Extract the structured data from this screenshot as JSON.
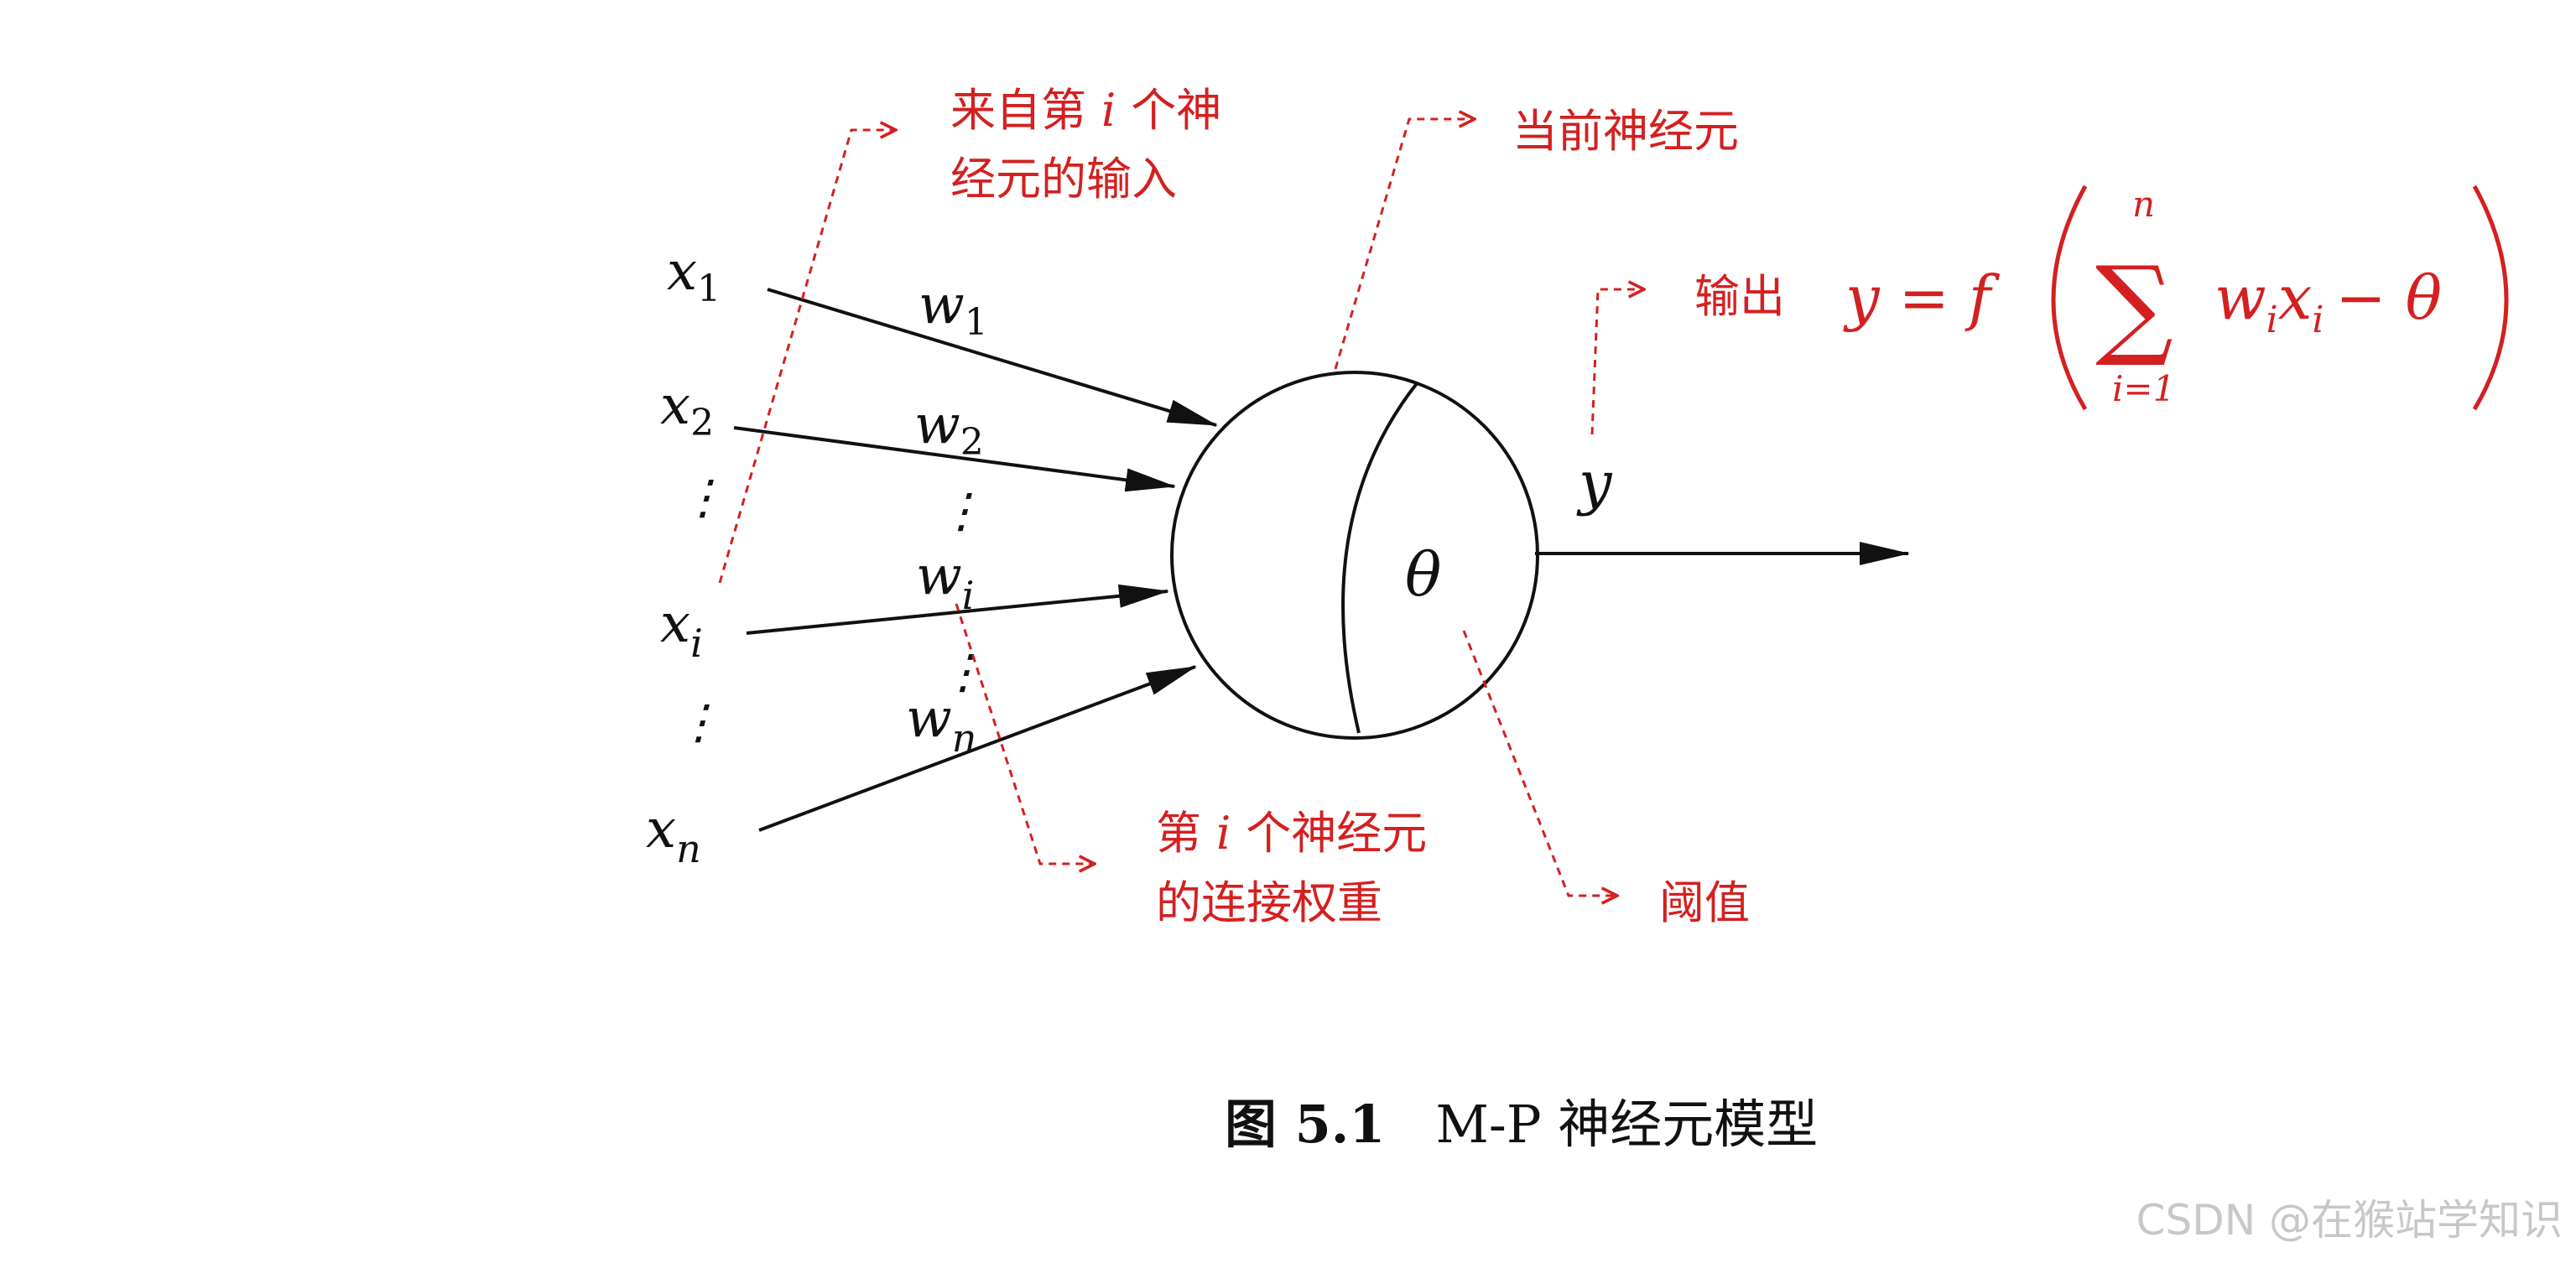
{
  "inputs": {
    "x_base": "x",
    "subs": [
      "1",
      "2",
      "i",
      "n"
    ],
    "vdots": "⋮"
  },
  "weights": {
    "w_base": "w",
    "subs": [
      "1",
      "2",
      "i",
      "n"
    ],
    "vdots": "⋮"
  },
  "neuron": {
    "threshold_symbol": "θ",
    "output_symbol": "y"
  },
  "annotations": {
    "input_from_neuron_i": {
      "line1_a": "来自第",
      "line1_i": "i",
      "line1_b": "个神",
      "line2": "经元的输入"
    },
    "current_neuron": "当前神经元",
    "output": {
      "label": "输出",
      "formula_lhs": "y = f",
      "sum_top": "n",
      "sum_sign": "∑",
      "sum_bottom": "i=1",
      "w": "w",
      "w_sub": "i",
      "x": "x",
      "x_sub": "i",
      "minus_theta": "− θ"
    },
    "weight_of_neuron_i": {
      "line1_a": "第",
      "line1_i": "i",
      "line1_b": "个神经元",
      "line2": "的连接权重"
    },
    "threshold": "阈值"
  },
  "caption": {
    "prefix": "图 5.1",
    "title": "M-P 神经元模型"
  },
  "watermark": "CSDN @在猴站学知识",
  "colors": {
    "ink": "#111111",
    "annotation_red": "#d42020",
    "watermark": "#c8c8c8"
  }
}
